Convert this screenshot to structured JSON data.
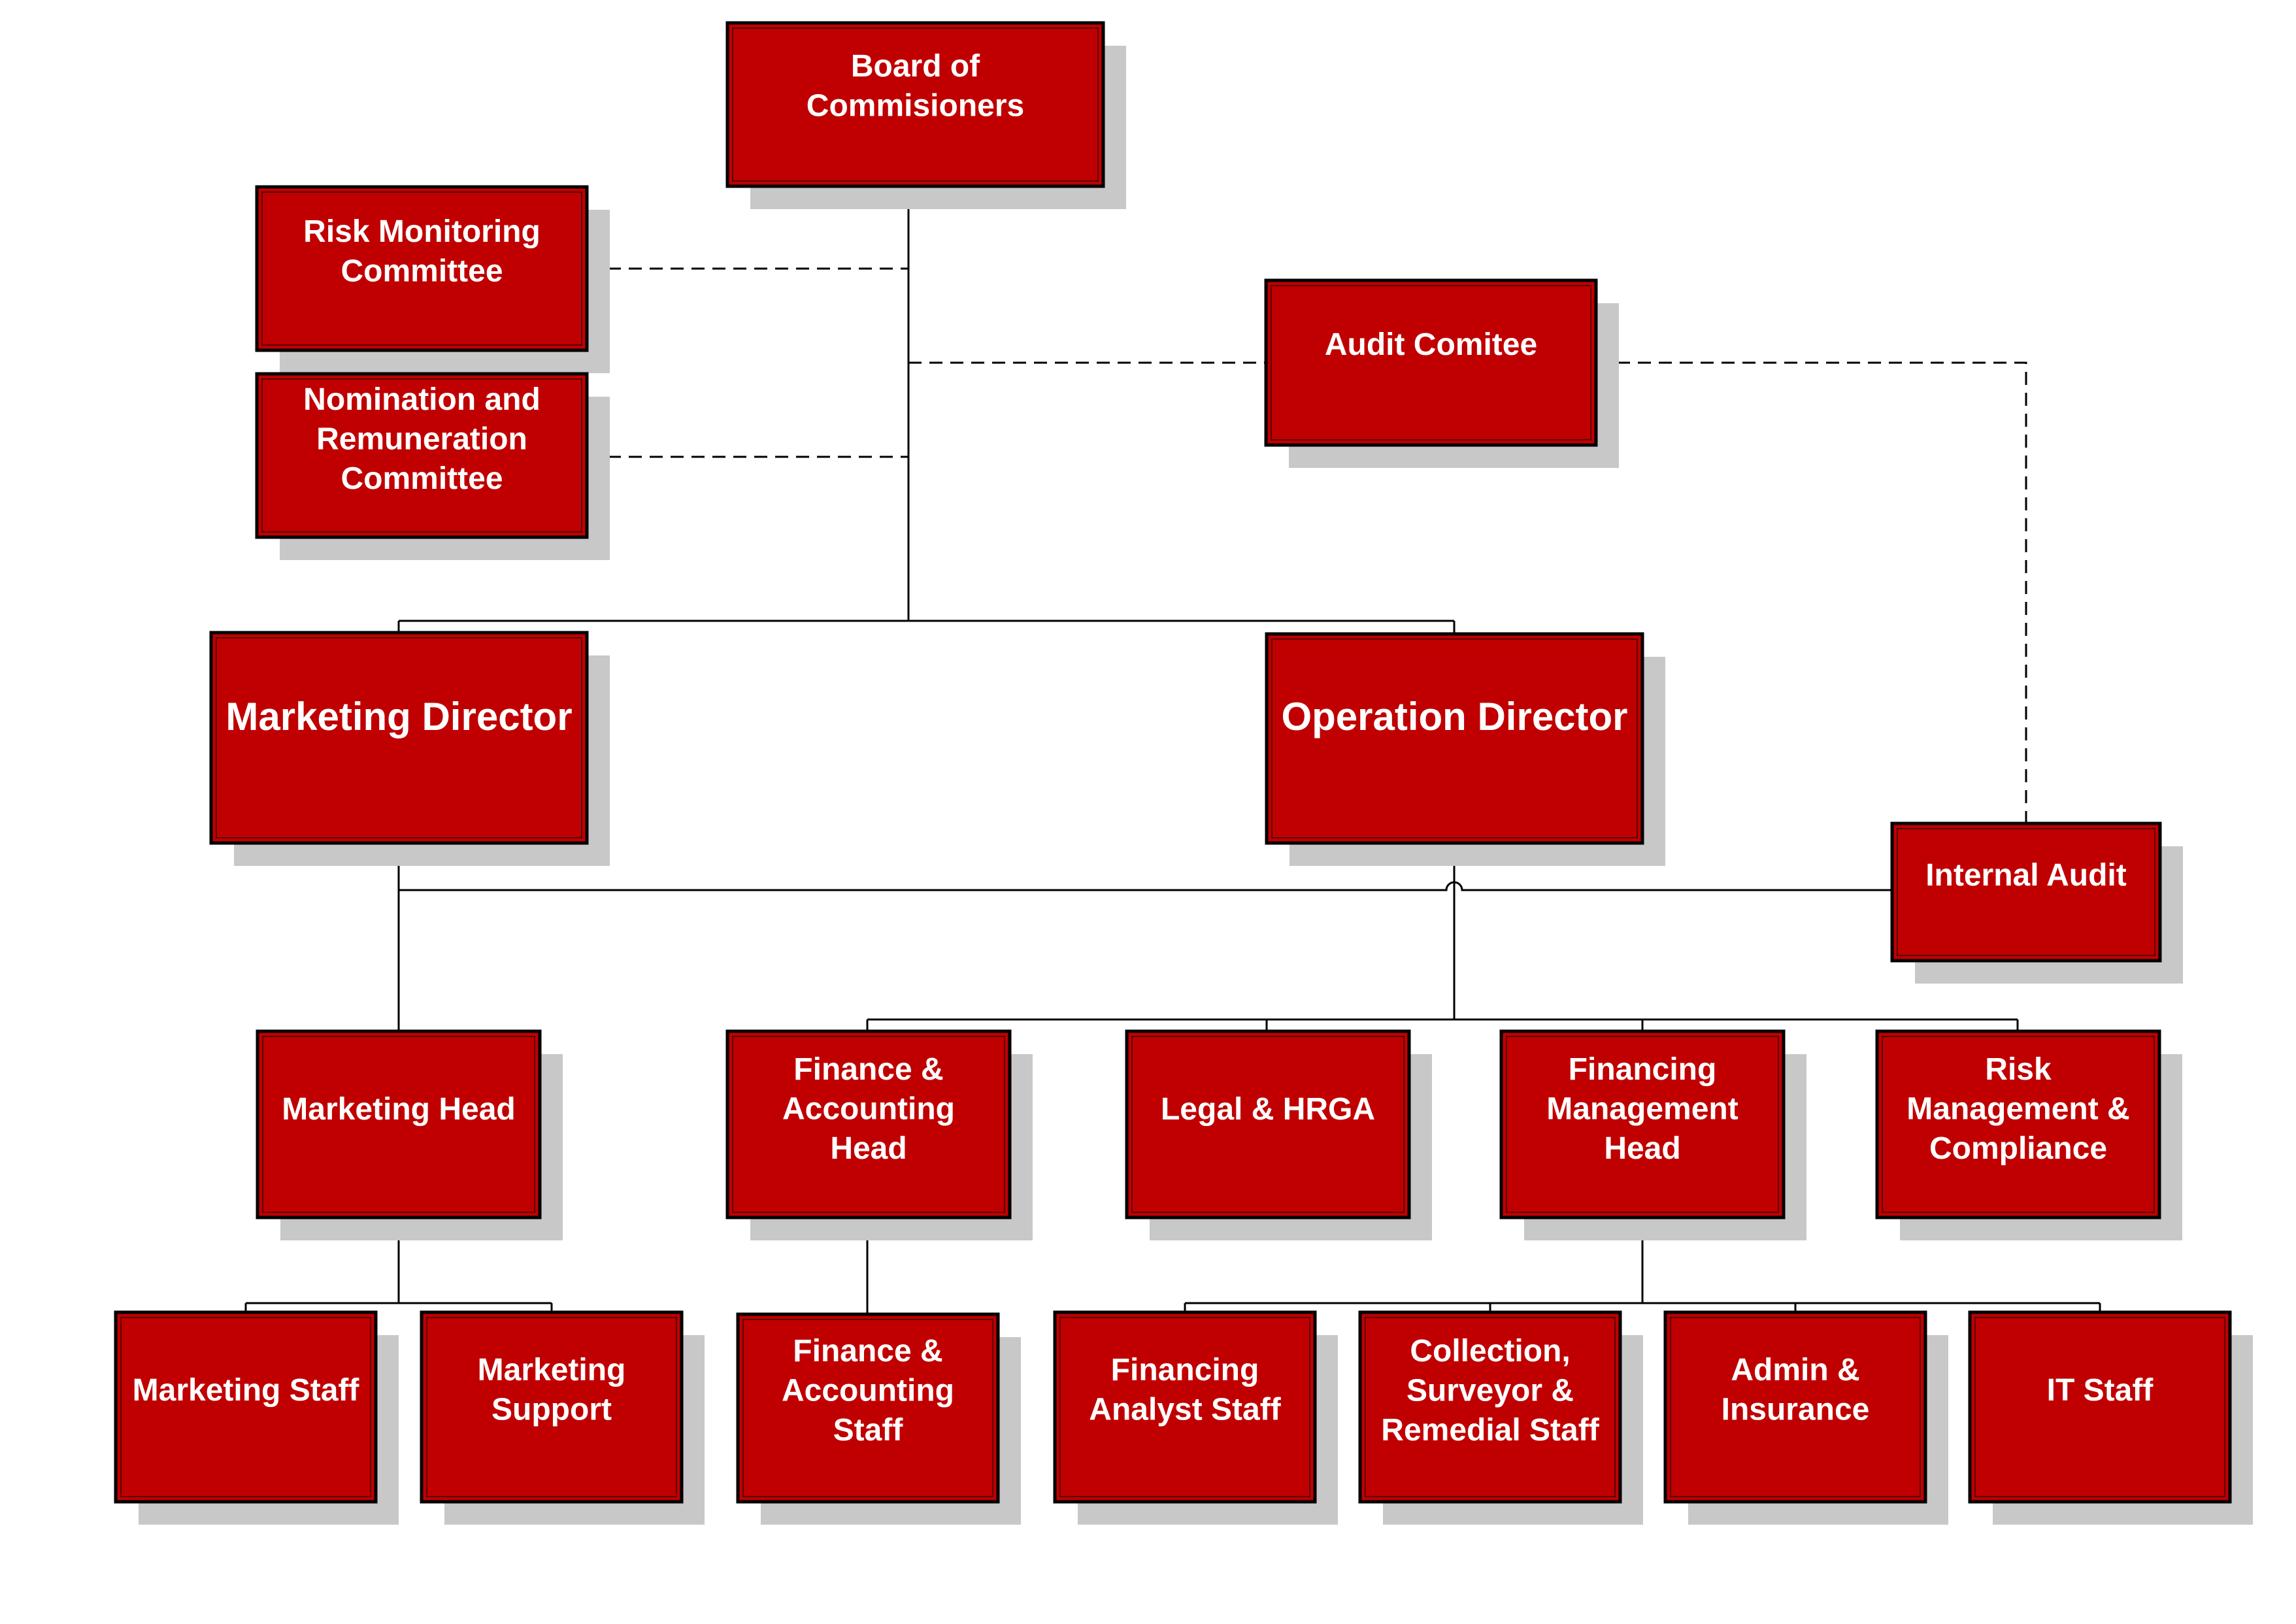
{
  "colors": {
    "box_fill": "#c00000",
    "box_border": "#000000",
    "shadow": "#c8c8c8",
    "line": "#000000",
    "text": "#ffffff"
  },
  "org": {
    "board": "Board of Commisioners",
    "risk_monitoring": "Risk Monitoring Committee",
    "nomination": "Nomination and Remuneration Committee",
    "audit_committee": "Audit Comitee",
    "marketing_director": "Marketing Director",
    "operation_director": "Operation Director",
    "internal_audit": "Internal Audit",
    "marketing_head": "Marketing Head",
    "finance_accounting_head": "Finance & Accounting Head",
    "legal_hrga": "Legal & HRGA",
    "financing_management_head": "Financing Management Head",
    "risk_management": "Risk Management & Compliance",
    "marketing_staff": "Marketing Staff",
    "marketing_support": "Marketing Support",
    "finance_accounting_staff": "Finance & Accounting Staff",
    "financing_analyst_staff": "Financing Analyst Staff",
    "collection_staff": "Collection, Surveyor & Remedial Staff",
    "admin_insurance": "Admin & Insurance",
    "it_staff": "IT Staff"
  }
}
